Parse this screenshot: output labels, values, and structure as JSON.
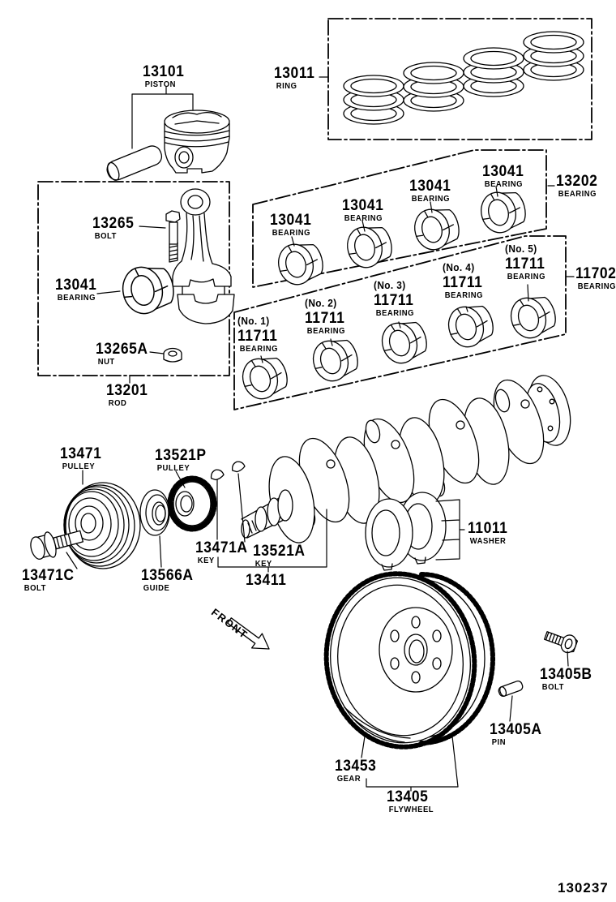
{
  "diagram": {
    "title_hint": "crankshaft-piston parts diagram",
    "footer_code": "130237",
    "front_label": "FRONT",
    "colors": {
      "line": "#000000",
      "background": "#ffffff"
    },
    "labels": {
      "piston": {
        "number": "13101",
        "name": "PISTON"
      },
      "piston_rings": {
        "number": "13011",
        "name": "RING"
      },
      "rod_bearings_row": [
        {
          "number": "13041",
          "name": "BEARING"
        },
        {
          "number": "13041",
          "name": "BEARING"
        },
        {
          "number": "13041",
          "name": "BEARING"
        },
        {
          "number": "13041",
          "name": "BEARING"
        }
      ],
      "rod_bearing_set": {
        "number": "13202",
        "name": "BEARING"
      },
      "main_bearing_set": {
        "number": "11702",
        "name": "BEARING"
      },
      "main_bearings_row": [
        {
          "prefix": "(No. 1)",
          "number": "11711",
          "name": "BEARING"
        },
        {
          "prefix": "(No. 2)",
          "number": "11711",
          "name": "BEARING"
        },
        {
          "prefix": "(No. 3)",
          "number": "11711",
          "name": "BEARING"
        },
        {
          "prefix": "(No. 4)",
          "number": "11711",
          "name": "BEARING"
        },
        {
          "prefix": "(No. 5)",
          "number": "11711",
          "name": "BEARING"
        }
      ],
      "rod_bolt": {
        "number": "13265",
        "name": "BOLT"
      },
      "rod_bearing": {
        "number": "13041",
        "name": "BEARING"
      },
      "rod_nut": {
        "number": "13265A",
        "name": "NUT"
      },
      "connecting_rod": {
        "number": "13201",
        "name": "ROD"
      },
      "crank_pulley": {
        "number": "13471",
        "name": "PULLEY"
      },
      "timing_pulley": {
        "number": "13521P",
        "name": "PULLEY"
      },
      "pulley_bolt": {
        "number": "13471C",
        "name": "BOLT"
      },
      "pulley_guide": {
        "number": "13566A",
        "name": "GUIDE"
      },
      "pulley_key": {
        "number": "13471A",
        "name": "KEY"
      },
      "timing_key": {
        "number": "13521A",
        "name": "KEY"
      },
      "crankshaft": {
        "number": "13411",
        "name": ""
      },
      "thrust_washer": {
        "number": "11011",
        "name": "WASHER"
      },
      "flywheel_bolt": {
        "number": "13405B",
        "name": "BOLT"
      },
      "flywheel_pin": {
        "number": "13405A",
        "name": "PIN"
      },
      "ring_gear": {
        "number": "13453",
        "name": "GEAR"
      },
      "flywheel": {
        "number": "13405",
        "name": "FLYWHEEL"
      }
    }
  }
}
